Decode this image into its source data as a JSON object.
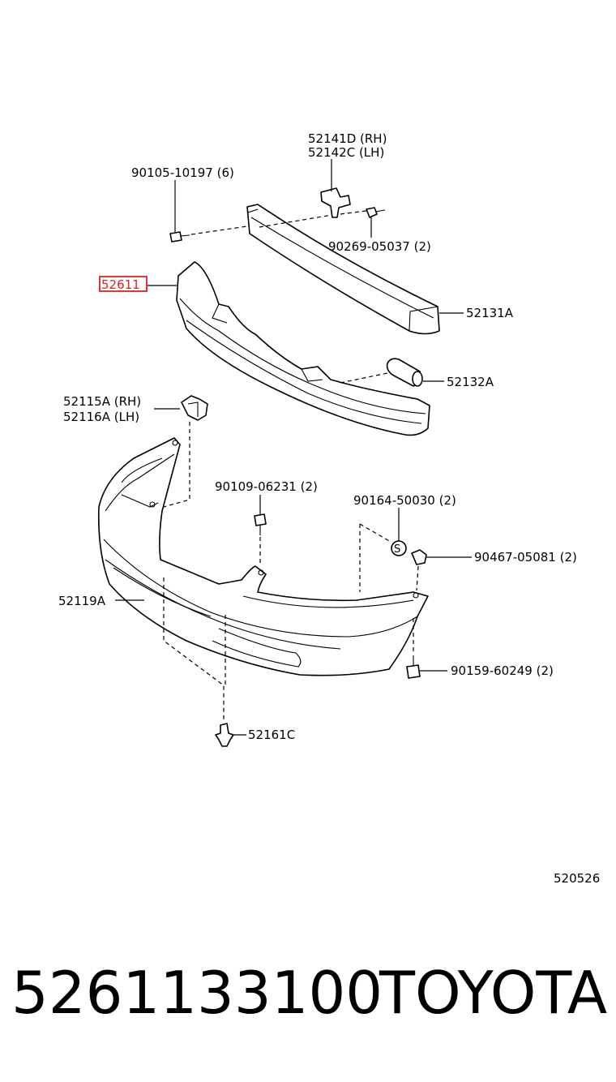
{
  "diagram": {
    "labels": {
      "bracket_rh": "52141D (RH)",
      "bracket_lh": "52142C (LH)",
      "bolt_top": "90105-10197 (6)",
      "screw_top": "90269-05037 (2)",
      "highlighted_part": "52611",
      "reinforcement": "52131A",
      "spacer": "52132A",
      "retainer_rh": "52115A (RH)",
      "retainer_lh": "52116A (LH)",
      "bolt_mid": "90109-06231 (2)",
      "nut_s": "90164-50030 (2)",
      "nut_side": "90467-05081 (2)",
      "bumper_cover": "52119A",
      "bolt_bottom": "90159-60249 (2)",
      "clip_bottom": "52161C",
      "diagram_code": "520526"
    },
    "s_mark": "S",
    "highlight_color": "#e02020"
  },
  "footer": {
    "part_number": "5261133100",
    "brand": "TOYOTA"
  }
}
